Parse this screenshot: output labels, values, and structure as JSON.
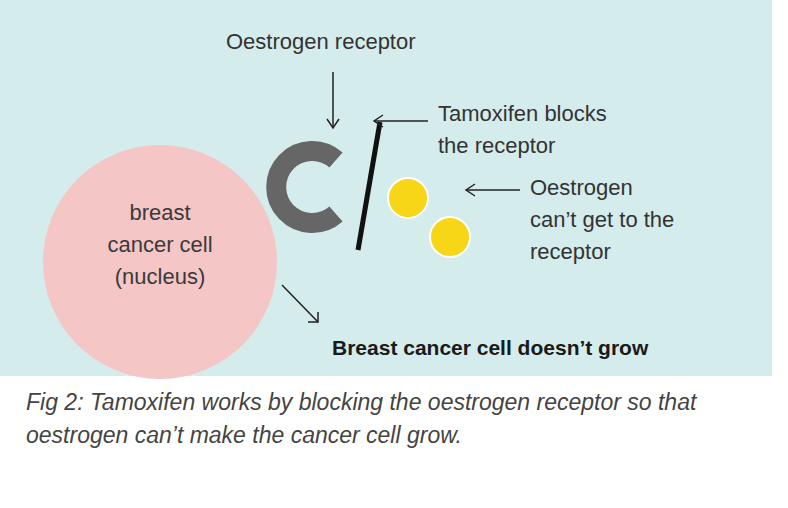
{
  "diagram": {
    "caption": "Fig 2: Tamoxifen works by blocking the oestrogen receptor so that oestrogen can’t make the cancer cell grow.",
    "nodes": [
      {
        "text": [
          "breast cancer cell (nucleus)"
        ]
      }
    ],
    "labels": [
      "Oestrogen receptor",
      "Tamoxifen blocks the receptor",
      "Oestrogen can’t get to the receptor",
      "Breast cancer cell doesn’t grow"
    ]
  }
}
